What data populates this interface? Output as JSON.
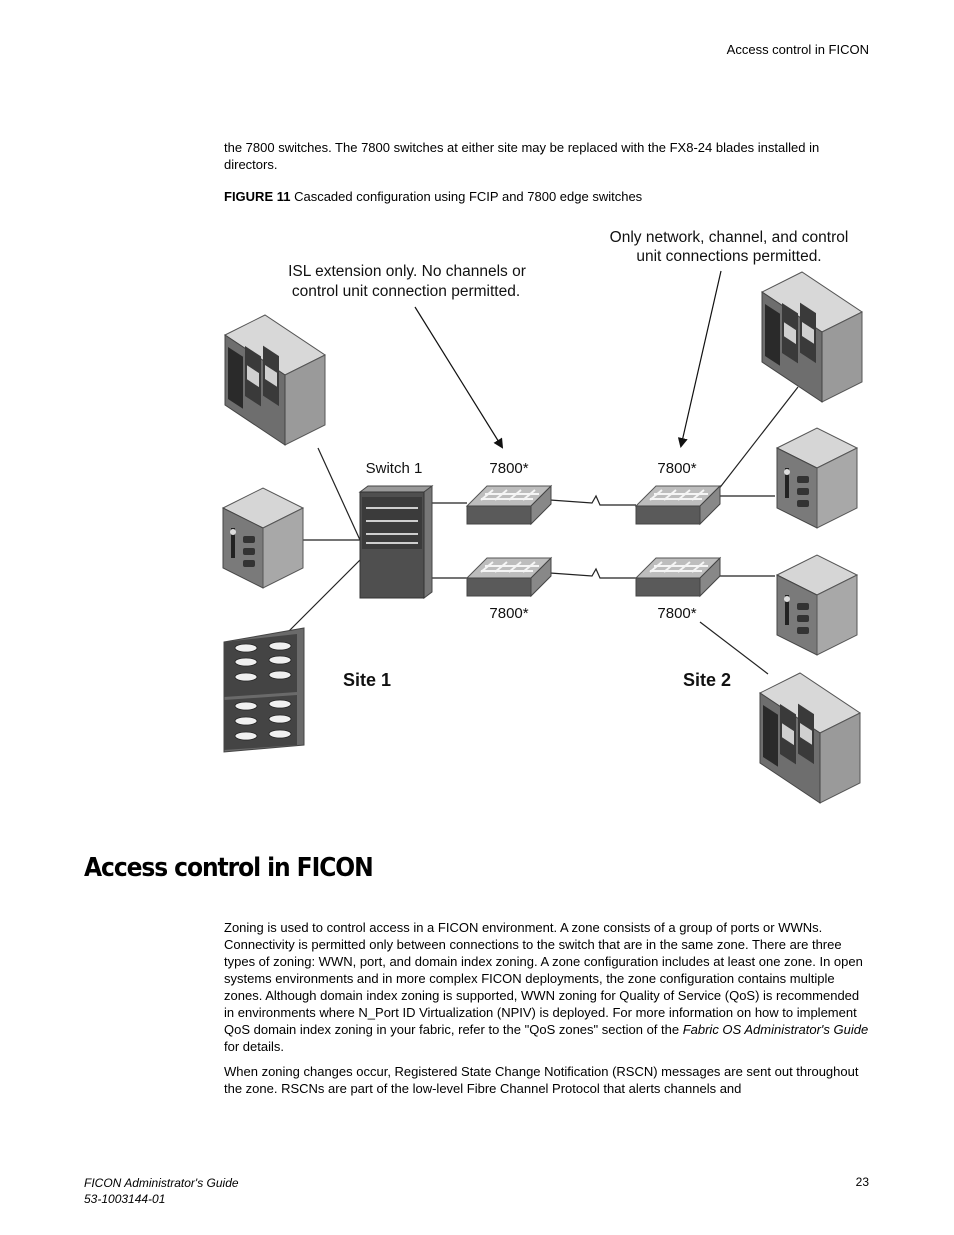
{
  "header": {
    "running_title": "Access control in FICON"
  },
  "intro_text": "the 7800 switches. The 7800 switches at either site may be replaced with the FX8-24 blades installed in directors.",
  "figure": {
    "caption_label": "FIGURE 11",
    "caption_text": " Cascaded configuration using FCIP and 7800 edge switches",
    "annotations": {
      "isl_line1": "ISL extension only. No channels or",
      "isl_line2": "control unit connection permitted.",
      "only_line1": "Only network, channel, and control",
      "only_line2": "unit connections permitted."
    },
    "labels": {
      "switch1": "Switch 1",
      "site1": "Site 1",
      "site2": "Site 2",
      "e7800_a": "7800*",
      "e7800_b": "7800*",
      "e7800_c": "7800*",
      "e7800_d": "7800*"
    }
  },
  "section": {
    "title": "Access control in FICON",
    "para1_a": "Zoning is used to control access in a FICON environment. A zone consists of a group of ports or WWNs. Connectivity is permitted only between connections to the switch that are in the same zone. There are three types of zoning: WWN, port, and domain index zoning. A zone configuration includes at least one zone. In open systems environments and in more complex FICON deployments, the zone configuration contains multiple zones. Although domain index zoning is supported, WWN zoning for Quality of Service (QoS) is recommended in environments where N_Port ID Virtualization (NPIV) is deployed. For more information on how to implement QoS domain index zoning in your fabric, refer to the \"QoS zones\" section of the ",
    "para1_italic": "Fabric OS Administrator's Guide",
    "para1_b": " for details.",
    "para2": "When zoning changes occur, Registered State Change Notification (RSCN) messages are sent out throughout the zone. RSCNs are part of the low-level Fibre Channel Protocol that alerts channels and"
  },
  "footer": {
    "guide_title": "FICON Administrator's Guide",
    "doc_number": "53-1003144-01",
    "page_number": "23"
  }
}
